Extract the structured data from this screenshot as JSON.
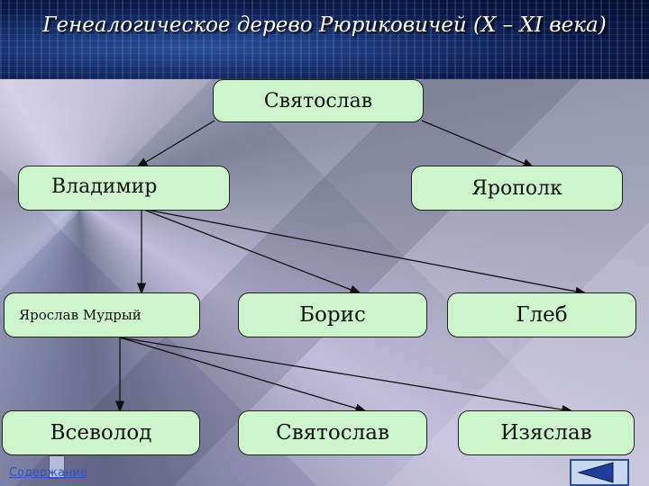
{
  "header": {
    "title": "Генеалогическое дерево Рюриковичей (X – XI века)"
  },
  "nodes": {
    "sviatoslav_top": "Святослав",
    "vladimir": "Владимир",
    "yaropolk": "Ярополк",
    "yaroslav": "Ярослав Мудрый",
    "boris": "Борис",
    "gleb": "Глеб",
    "vsevolod": "Всеволод",
    "sviatoslav_bottom": "Святослав",
    "izyaslav": "Изяслав"
  },
  "nav": {
    "contents_label": "Содержание"
  },
  "colors": {
    "node_fill": "#ccf5cc",
    "header_bg": "#0b1a48"
  }
}
